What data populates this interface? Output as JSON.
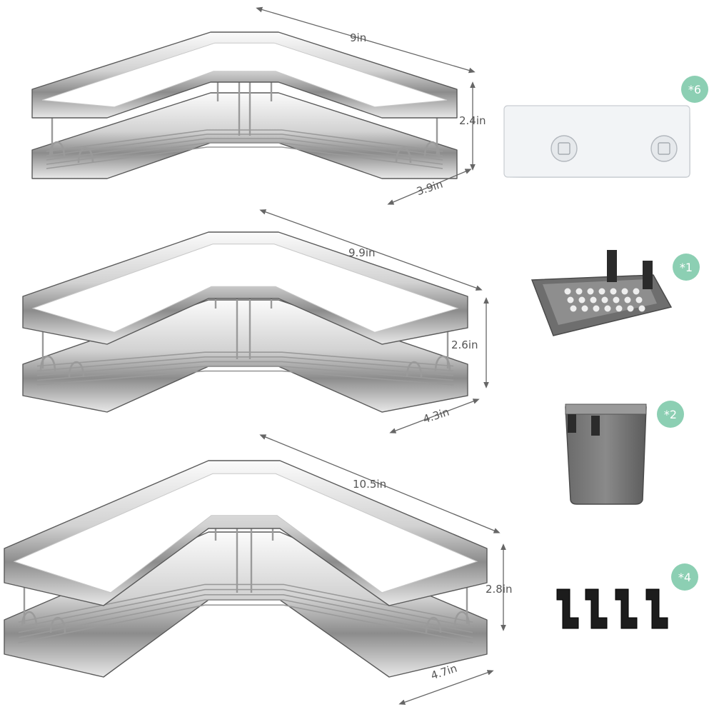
{
  "colors": {
    "background": "#ffffff",
    "steel_light": "#f4f4f4",
    "steel_mid": "#c8c8c8",
    "steel_dark": "#5a5a5a",
    "wire": "#9a9a9a",
    "dimension_line": "#666666",
    "dimension_text": "#555555",
    "badge": "#8ccfb3",
    "accessory_gray": "#6e6e6e",
    "hook_black": "#1c1c1c",
    "adhesive_strip": "#f2f4f6"
  },
  "shelves": [
    {
      "width_label": "9in",
      "height_label": "2.4in",
      "depth_label": "3.9in"
    },
    {
      "width_label": "9.9in",
      "height_label": "2.6in",
      "depth_label": "4.3in"
    },
    {
      "width_label": "10.5in",
      "height_label": "2.8in",
      "depth_label": "4.7in"
    }
  ],
  "accessories": [
    {
      "icon": "adhesive-strips-icon",
      "quantity_label": "*6"
    },
    {
      "icon": "soap-dish-icon",
      "quantity_label": "*1"
    },
    {
      "icon": "cup-holder-icon",
      "quantity_label": "*2"
    },
    {
      "icon": "hook-icon",
      "quantity_label": "*4"
    }
  ]
}
